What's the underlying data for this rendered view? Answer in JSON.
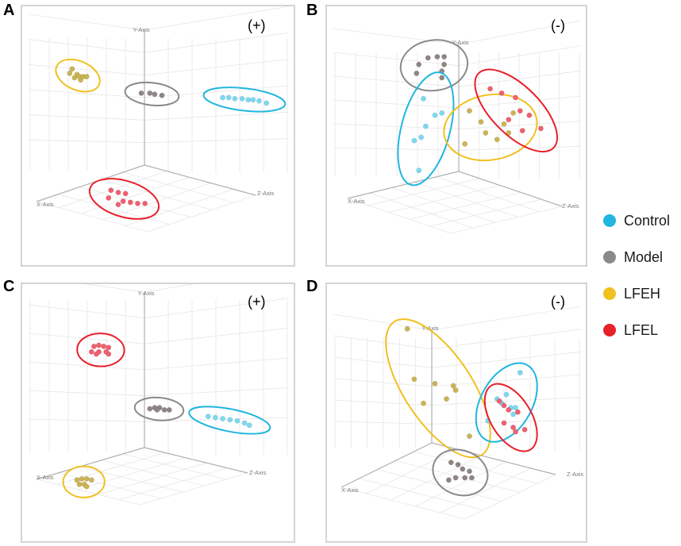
{
  "colors": {
    "Control": "#20b6e0",
    "Model": "#8a8a8a",
    "LFEH": "#f0c020",
    "LFEL": "#e8202a",
    "dot_fill": {
      "Control": "#7dd8f0",
      "Model": "#8f8585",
      "LFEH": "#cbb455",
      "LFEL": "#f06070"
    }
  },
  "legend": {
    "items": [
      {
        "label": "Control",
        "group": "Control"
      },
      {
        "label": "Model",
        "group": "Model"
      },
      {
        "label": "LFEH",
        "group": "LFEH"
      },
      {
        "label": "LFEL",
        "group": "LFEL"
      }
    ]
  },
  "chart_data": [
    {
      "type": "scatter",
      "panel": "A",
      "mode": "(+)",
      "axes": {
        "x": "X-Axis",
        "y": "Y-Axis",
        "z": "Z-Axis"
      },
      "groups": [
        {
          "name": "LFEH",
          "points": [
            [
              -0.72,
              0.62
            ],
            [
              -0.74,
              0.58
            ],
            [
              -0.68,
              0.57
            ],
            [
              -0.66,
              0.55
            ],
            [
              -0.63,
              0.55
            ],
            [
              -0.6,
              0.55
            ],
            [
              -0.7,
              0.54
            ],
            [
              -0.65,
              0.52
            ]
          ]
        },
        {
          "name": "Model",
          "points": [
            [
              -0.15,
              0.4
            ],
            [
              -0.08,
              0.4
            ],
            [
              -0.04,
              0.39
            ],
            [
              0.02,
              0.38
            ]
          ]
        },
        {
          "name": "Control",
          "points": [
            [
              0.52,
              0.36
            ],
            [
              0.57,
              0.36
            ],
            [
              0.62,
              0.35
            ],
            [
              0.68,
              0.35
            ],
            [
              0.73,
              0.34
            ],
            [
              0.77,
              0.34
            ],
            [
              0.82,
              0.33
            ],
            [
              0.88,
              0.31
            ]
          ]
        },
        {
          "name": "LFEL",
          "points": [
            [
              -0.4,
              -0.48
            ],
            [
              -0.34,
              -0.5
            ],
            [
              -0.28,
              -0.51
            ],
            [
              -0.42,
              -0.55
            ],
            [
              -0.3,
              -0.58
            ],
            [
              -0.24,
              -0.59
            ],
            [
              -0.18,
              -0.6
            ],
            [
              -0.12,
              -0.6
            ],
            [
              -0.34,
              -0.61
            ]
          ]
        }
      ]
    },
    {
      "type": "scatter",
      "panel": "B",
      "mode": "(-)",
      "axes": {
        "x": "X-Axis",
        "y": "Y-Axis",
        "z": "Z-Axis"
      },
      "groups": [
        {
          "name": "Model",
          "points": [
            [
              -0.26,
              0.72
            ],
            [
              -0.18,
              0.73
            ],
            [
              -0.12,
              0.73
            ],
            [
              -0.34,
              0.66
            ],
            [
              -0.12,
              0.66
            ],
            [
              -0.14,
              0.6
            ],
            [
              -0.36,
              0.58
            ],
            [
              -0.14,
              0.54
            ]
          ]
        },
        {
          "name": "Control",
          "points": [
            [
              -0.3,
              0.35
            ],
            [
              -0.2,
              0.2
            ],
            [
              -0.14,
              0.22
            ],
            [
              -0.28,
              0.1
            ],
            [
              -0.32,
              0.0
            ],
            [
              -0.38,
              -0.03
            ],
            [
              -0.34,
              -0.3
            ]
          ]
        },
        {
          "name": "LFEH",
          "points": [
            [
              0.1,
              0.24
            ],
            [
              0.2,
              0.14
            ],
            [
              0.24,
              0.04
            ],
            [
              0.34,
              -0.02
            ],
            [
              0.44,
              0.04
            ],
            [
              0.4,
              0.12
            ],
            [
              0.48,
              0.22
            ],
            [
              0.06,
              -0.06
            ]
          ]
        },
        {
          "name": "LFEL",
          "points": [
            [
              0.28,
              0.44
            ],
            [
              0.38,
              0.4
            ],
            [
              0.5,
              0.36
            ],
            [
              0.54,
              0.24
            ],
            [
              0.62,
              0.2
            ],
            [
              0.44,
              0.16
            ],
            [
              0.72,
              0.08
            ],
            [
              0.56,
              0.06
            ]
          ]
        }
      ]
    },
    {
      "type": "scatter",
      "panel": "C",
      "mode": "(+)",
      "axes": {
        "x": "X-Axis",
        "y": "Y-Axis",
        "z": "Z-Axis"
      },
      "groups": [
        {
          "name": "LFEL",
          "points": [
            [
              -0.54,
              0.62
            ],
            [
              -0.5,
              0.63
            ],
            [
              -0.46,
              0.62
            ],
            [
              -0.42,
              0.61
            ],
            [
              -0.56,
              0.57
            ],
            [
              -0.5,
              0.57
            ],
            [
              -0.44,
              0.57
            ],
            [
              -0.42,
              0.55
            ],
            [
              -0.52,
              0.55
            ]
          ]
        },
        {
          "name": "Model",
          "points": [
            [
              -0.08,
              0.05
            ],
            [
              -0.04,
              0.06
            ],
            [
              0.0,
              0.06
            ],
            [
              0.04,
              0.04
            ],
            [
              0.08,
              0.04
            ],
            [
              -0.02,
              0.04
            ]
          ]
        },
        {
          "name": "Control",
          "points": [
            [
              0.4,
              -0.02
            ],
            [
              0.46,
              -0.03
            ],
            [
              0.52,
              -0.04
            ],
            [
              0.58,
              -0.05
            ],
            [
              0.64,
              -0.06
            ],
            [
              0.7,
              -0.08
            ],
            [
              0.74,
              -0.1
            ]
          ]
        },
        {
          "name": "LFEH",
          "points": [
            [
              -0.68,
              -0.6
            ],
            [
              -0.64,
              -0.59
            ],
            [
              -0.6,
              -0.59
            ],
            [
              -0.56,
              -0.6
            ],
            [
              -0.66,
              -0.64
            ],
            [
              -0.62,
              -0.64
            ],
            [
              -0.6,
              -0.66
            ]
          ]
        }
      ]
    },
    {
      "type": "scatter",
      "panel": "D",
      "mode": "(-)",
      "axes": {
        "x": "X-Axis",
        "y": "Y-Axis",
        "z": "Z-Axis"
      },
      "groups": [
        {
          "name": "LFEH",
          "points": [
            [
              -0.44,
              0.78
            ],
            [
              -0.38,
              0.32
            ],
            [
              -0.2,
              0.28
            ],
            [
              -0.04,
              0.26
            ],
            [
              -0.02,
              0.22
            ],
            [
              -0.1,
              0.14
            ],
            [
              -0.3,
              0.1
            ],
            [
              0.1,
              -0.2
            ]
          ]
        },
        {
          "name": "Control",
          "points": [
            [
              0.34,
              0.14
            ],
            [
              0.38,
              0.1
            ],
            [
              0.42,
              0.18
            ],
            [
              0.46,
              0.06
            ],
            [
              0.48,
              0.0
            ],
            [
              0.26,
              -0.06
            ],
            [
              0.54,
              0.38
            ],
            [
              0.5,
              0.06
            ]
          ]
        },
        {
          "name": "LFEL",
          "points": [
            [
              0.36,
              0.12
            ],
            [
              0.4,
              0.08
            ],
            [
              0.44,
              0.04
            ],
            [
              0.52,
              0.02
            ],
            [
              0.4,
              -0.08
            ],
            [
              0.48,
              -0.12
            ],
            [
              0.5,
              -0.16
            ],
            [
              0.58,
              -0.14
            ]
          ]
        },
        {
          "name": "Model",
          "points": [
            [
              -0.06,
              -0.44
            ],
            [
              0.0,
              -0.46
            ],
            [
              0.04,
              -0.5
            ],
            [
              0.1,
              -0.52
            ],
            [
              -0.02,
              -0.58
            ],
            [
              0.06,
              -0.58
            ],
            [
              0.12,
              -0.58
            ],
            [
              -0.08,
              -0.6
            ]
          ]
        }
      ]
    }
  ]
}
